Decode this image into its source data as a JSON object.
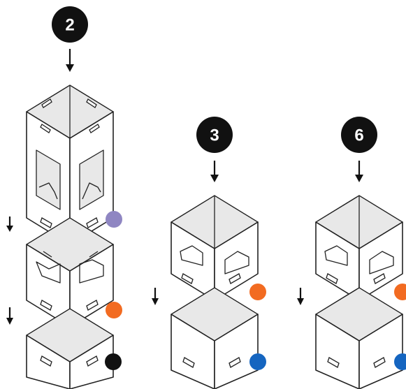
{
  "steps": [
    {
      "number": "2",
      "dots": [
        "#8f86c2",
        "#f26b21",
        "#111111"
      ]
    },
    {
      "number": "3",
      "dots": [
        "#f26b21",
        "#1565c0"
      ]
    },
    {
      "number": "6",
      "dots": [
        "#f26b21",
        "#1565c0"
      ]
    }
  ],
  "colors": {
    "badge": "#111111",
    "line": "#222222",
    "purple": "#8f86c2",
    "orange": "#f26b21",
    "blue": "#1565c0",
    "black": "#111111"
  },
  "icons": [
    "down-arrow-icon"
  ]
}
